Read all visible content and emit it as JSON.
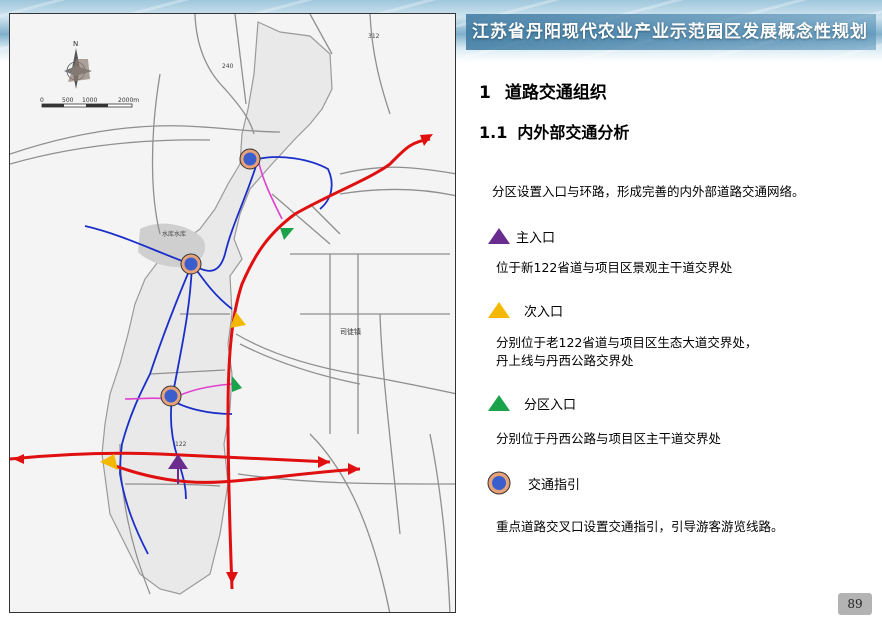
{
  "header": {
    "title": "江苏省丹阳现代农业产业示范园区发展概念性规划"
  },
  "section": {
    "number": "1",
    "title": "道路交通组织"
  },
  "subsection": {
    "number": "1.1",
    "title": "内外部交通分析"
  },
  "intro": "分区设置入口与环路，形成完善的内外部道路交通网络。",
  "legend": {
    "main_entrance": {
      "label": "主入口",
      "desc": "位于新122省道与项目区景观主干道交界处",
      "color": "#6a2d8f"
    },
    "secondary_entrance": {
      "label": "次入口",
      "desc_line1": "分别位于老122省道与项目区生态大道交界处，",
      "desc_line2": "丹上线与丹西公路交界处",
      "color": "#f5b800"
    },
    "zone_entrance": {
      "label": "分区入口",
      "desc": "分别位于丹西公路与项目区主干道交界处",
      "color": "#1aa34a"
    },
    "traffic_guide": {
      "label": "交通指引",
      "desc": "重点道路交叉口设置交通指引，引导游客游览线路。",
      "color": "#3a5fcd",
      "ring": "#e8a27a"
    }
  },
  "map": {
    "scale_ticks": [
      "0",
      "500",
      "1000",
      "2000m"
    ],
    "north_label": "N",
    "labels": {
      "road_240": "240",
      "road_312": "312",
      "road_122": "122",
      "town": "司徒镇",
      "reservoir": "水库水库"
    }
  },
  "page": {
    "number": "89"
  }
}
